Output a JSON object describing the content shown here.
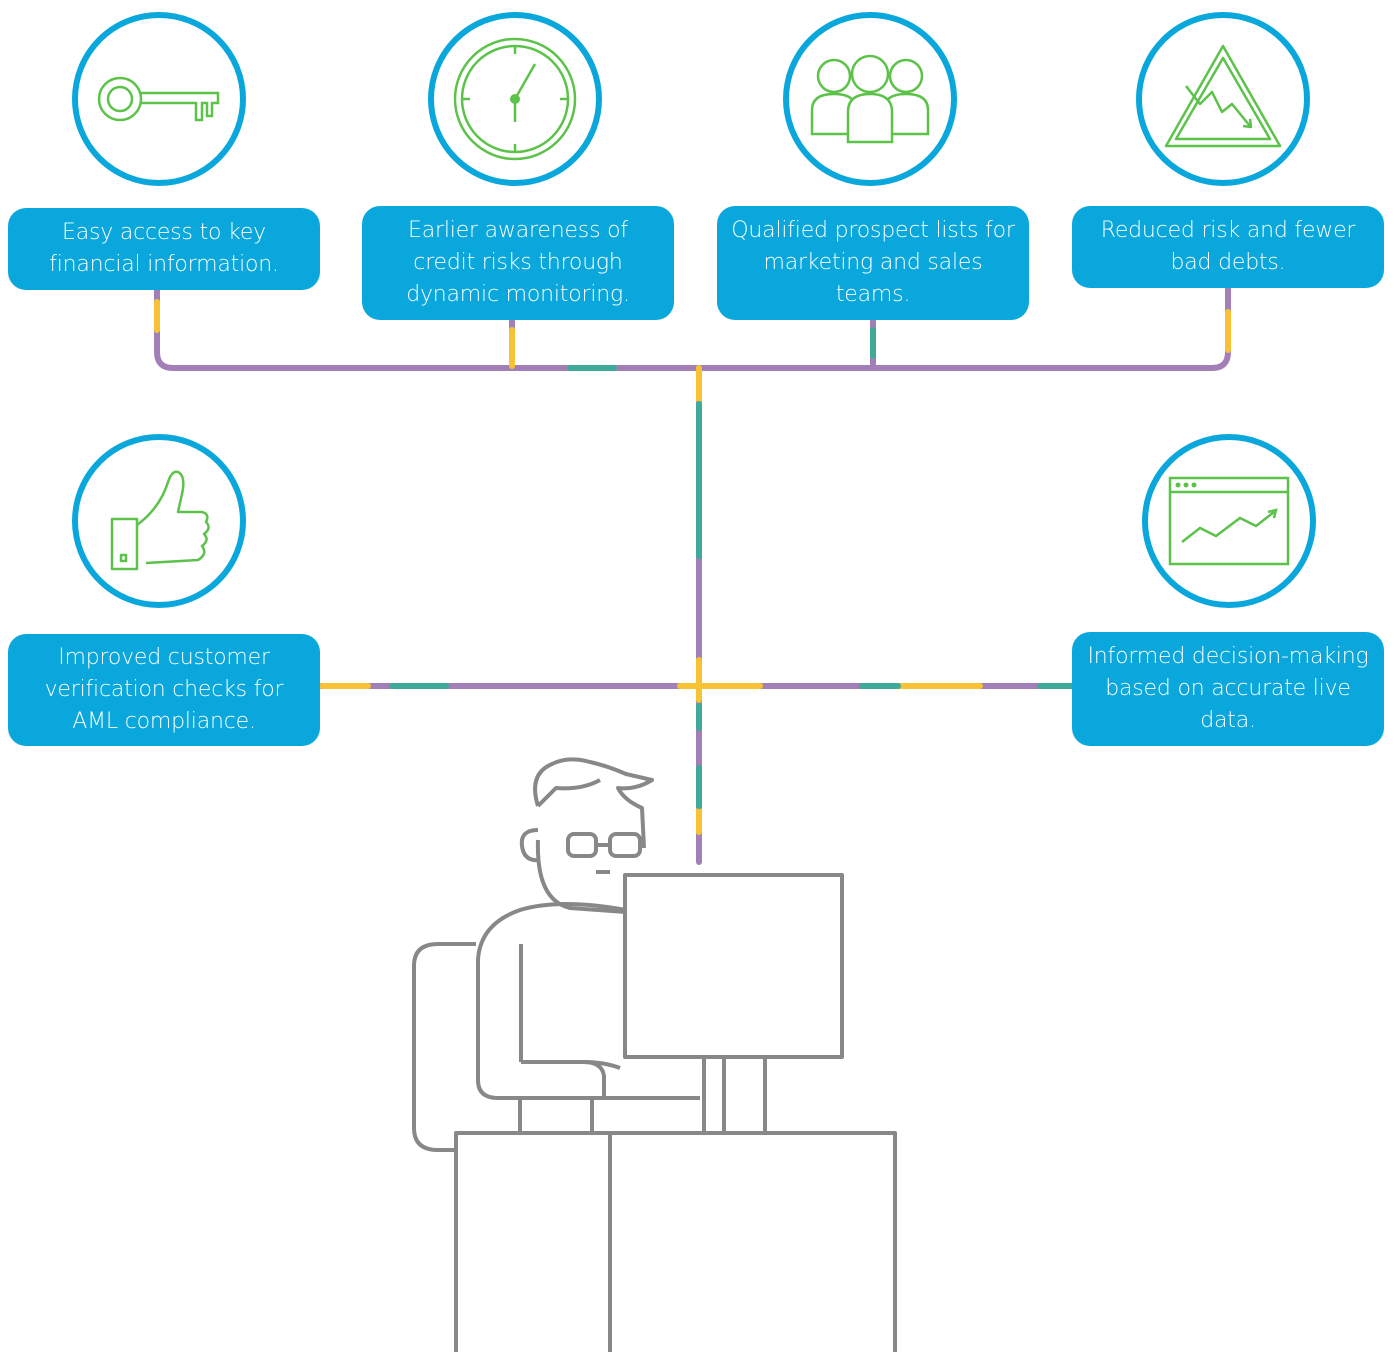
{
  "benefits": {
    "access": {
      "text": "Easy access to key financial information.",
      "icon": "key-icon"
    },
    "awareness": {
      "text": "Earlier awareness of credit risks through dynamic monitoring.",
      "icon": "clock-icon"
    },
    "prospects": {
      "text": "Qualified prospect lists for marketing and sales teams.",
      "icon": "people-group-icon"
    },
    "risk": {
      "text": "Reduced risk and fewer bad debts.",
      "icon": "warning-triangle-icon"
    },
    "verification": {
      "text": "Improved customer verification checks for AML compliance.",
      "icon": "thumbs-up-icon"
    },
    "decisions": {
      "text": "Informed decision-making based on accurate live data.",
      "icon": "browser-chart-icon"
    }
  },
  "colors": {
    "circle_stroke": "#0aa7dd",
    "icon_green": "#5cc24a",
    "box_fill": "#0aa7dd",
    "box_text": "#ffffff",
    "line_purple": "#a27fb6",
    "line_yellow": "#f7c233",
    "line_teal": "#3eaa97",
    "figure_gray": "#888888"
  }
}
